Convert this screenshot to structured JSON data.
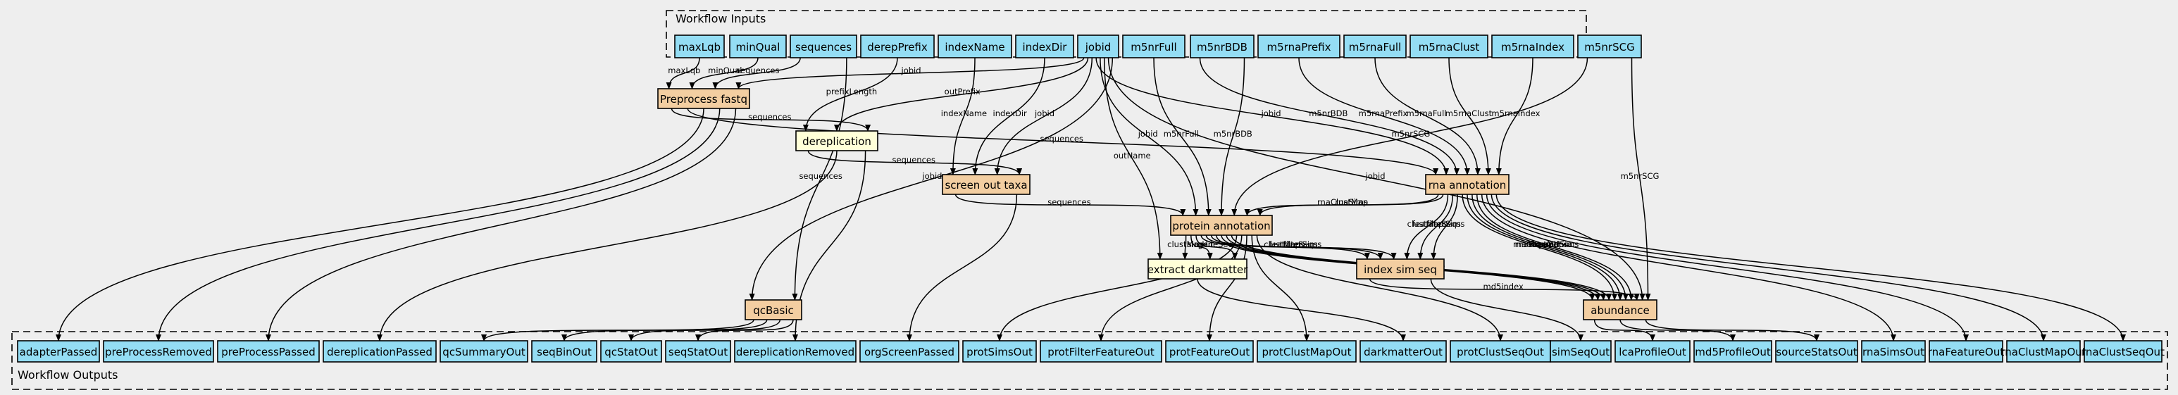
{
  "clusters": {
    "inputs_label": "Workflow Inputs",
    "outputs_label": "Workflow Outputs"
  },
  "colors": {
    "io": "#94ddf4",
    "step": "#f3cea1",
    "tool": "#ffffd8",
    "background": "#eeeeee"
  },
  "inputs": [
    {
      "id": "maxLqb",
      "label": "maxLqb"
    },
    {
      "id": "minQual",
      "label": "minQual"
    },
    {
      "id": "sequences",
      "label": "sequences"
    },
    {
      "id": "derepPrefix",
      "label": "derepPrefix"
    },
    {
      "id": "indexName",
      "label": "indexName"
    },
    {
      "id": "indexDir",
      "label": "indexDir"
    },
    {
      "id": "jobid",
      "label": "jobid"
    },
    {
      "id": "m5nrFull",
      "label": "m5nrFull"
    },
    {
      "id": "m5nrBDB",
      "label": "m5nrBDB"
    },
    {
      "id": "m5rnaPrefix",
      "label": "m5rnaPrefix"
    },
    {
      "id": "m5rnaFull",
      "label": "m5rnaFull"
    },
    {
      "id": "m5rnaClust",
      "label": "m5rnaClust"
    },
    {
      "id": "m5rnaIndex",
      "label": "m5rnaIndex"
    },
    {
      "id": "m5nrSCG",
      "label": "m5nrSCG"
    }
  ],
  "steps": [
    {
      "id": "preprocess",
      "label": "Preprocess fastq",
      "kind": "step"
    },
    {
      "id": "dereplication",
      "label": "dereplication",
      "kind": "tool"
    },
    {
      "id": "screen",
      "label": "screen out taxa",
      "kind": "step"
    },
    {
      "id": "rna",
      "label": "rna annotation",
      "kind": "step"
    },
    {
      "id": "protein",
      "label": "protein annotation",
      "kind": "step"
    },
    {
      "id": "extract",
      "label": "extract darkmatter",
      "kind": "tool"
    },
    {
      "id": "indexsim",
      "label": "index sim seq",
      "kind": "step"
    },
    {
      "id": "abundance",
      "label": "abundance",
      "kind": "step"
    },
    {
      "id": "qcbasic",
      "label": "qcBasic",
      "kind": "step"
    }
  ],
  "outputs": [
    {
      "id": "adapterPassed",
      "label": "adapterPassed"
    },
    {
      "id": "preProcessRemoved",
      "label": "preProcessRemoved"
    },
    {
      "id": "preProcessPassed",
      "label": "preProcessPassed"
    },
    {
      "id": "dereplicationPassed",
      "label": "dereplicationPassed"
    },
    {
      "id": "qcSummaryOut",
      "label": "qcSummaryOut"
    },
    {
      "id": "seqBinOut",
      "label": "seqBinOut"
    },
    {
      "id": "qcStatOut",
      "label": "qcStatOut"
    },
    {
      "id": "seqStatOut",
      "label": "seqStatOut"
    },
    {
      "id": "dereplicationRemoved",
      "label": "dereplicationRemoved"
    },
    {
      "id": "orgScreenPassed",
      "label": "orgScreenPassed"
    },
    {
      "id": "protSimsOut",
      "label": "protSimsOut"
    },
    {
      "id": "protFilterFeatureOut",
      "label": "protFilterFeatureOut"
    },
    {
      "id": "protFeatureOut",
      "label": "protFeatureOut"
    },
    {
      "id": "protClustMapOut",
      "label": "protClustMapOut"
    },
    {
      "id": "darkmatterOut",
      "label": "darkmatterOut"
    },
    {
      "id": "protClustSeqOut",
      "label": "protClustSeqOut"
    },
    {
      "id": "simSeqOut",
      "label": "simSeqOut"
    },
    {
      "id": "lcaProfileOut",
      "label": "lcaProfileOut"
    },
    {
      "id": "md5ProfileOut",
      "label": "md5ProfileOut"
    },
    {
      "id": "sourceStatsOut",
      "label": "sourceStatsOut"
    },
    {
      "id": "rnaSimsOut",
      "label": "rnaSimsOut"
    },
    {
      "id": "rnaFeatureOut",
      "label": "rnaFeatureOut"
    },
    {
      "id": "rnaClustMapOut",
      "label": "rnaClustMapOut"
    },
    {
      "id": "rnaClustSeqOut",
      "label": "rnaClustSeqOut"
    }
  ],
  "edges": [
    {
      "from": "maxLqb",
      "to": "preprocess",
      "label": "maxLqb"
    },
    {
      "from": "minQual",
      "to": "preprocess",
      "label": "minQual"
    },
    {
      "from": "sequences",
      "to": "preprocess",
      "label": "sequences"
    },
    {
      "from": "jobid",
      "to": "preprocess",
      "label": "jobid"
    },
    {
      "from": "derepPrefix",
      "to": "dereplication",
      "label": "prefixLength"
    },
    {
      "from": "jobid",
      "to": "dereplication",
      "label": "outPrefix"
    },
    {
      "from": "preprocess",
      "to": "dereplication",
      "label": "sequences"
    },
    {
      "from": "indexName",
      "to": "screen",
      "label": "indexName"
    },
    {
      "from": "indexDir",
      "to": "screen",
      "label": "indexDir"
    },
    {
      "from": "jobid",
      "to": "screen",
      "label": "jobid"
    },
    {
      "from": "dereplication",
      "to": "screen",
      "label": "sequences"
    },
    {
      "from": "preprocess",
      "to": "rna",
      "label": "sequences"
    },
    {
      "from": "jobid",
      "to": "rna",
      "label": "jobid"
    },
    {
      "from": "m5nrBDB",
      "to": "rna",
      "label": "m5nrBDB"
    },
    {
      "from": "m5rnaPrefix",
      "to": "rna",
      "label": "m5rnaPrefix"
    },
    {
      "from": "m5rnaFull",
      "to": "rna",
      "label": "m5rnaFull"
    },
    {
      "from": "m5rnaClust",
      "to": "rna",
      "label": "m5rnaClust"
    },
    {
      "from": "m5rnaIndex",
      "to": "rna",
      "label": "m5rnaIndex"
    },
    {
      "from": "screen",
      "to": "protein",
      "label": "sequences"
    },
    {
      "from": "jobid",
      "to": "protein",
      "label": "jobid"
    },
    {
      "from": "m5nrFull",
      "to": "protein",
      "label": "m5nrFull"
    },
    {
      "from": "m5nrBDB",
      "to": "protein",
      "label": "m5nrBDB"
    },
    {
      "from": "m5nrSCG",
      "to": "protein",
      "label": "m5nrSCG"
    },
    {
      "from": "rna",
      "to": "protein",
      "label": "rnaClustMap"
    },
    {
      "from": "rna",
      "to": "protein",
      "label": "rnaSims"
    },
    {
      "from": "jobid",
      "to": "extract",
      "label": "outName"
    },
    {
      "from": "protein",
      "to": "extract",
      "label": "clustMap"
    },
    {
      "from": "protein",
      "to": "extract",
      "label": "simHit"
    },
    {
      "from": "protein",
      "to": "extract",
      "label": "geneSeq"
    },
    {
      "from": "protein",
      "to": "indexsim",
      "label": "clustMaps"
    },
    {
      "from": "protein",
      "to": "indexsim",
      "label": "featureSeqs"
    },
    {
      "from": "protein",
      "to": "indexsim",
      "label": "filterSims"
    },
    {
      "from": "rna",
      "to": "indexsim",
      "label": "clustMaps"
    },
    {
      "from": "rna",
      "to": "indexsim",
      "label": "featureSeqs"
    },
    {
      "from": "rna",
      "to": "indexsim",
      "label": "filterSims"
    },
    {
      "from": "protein",
      "to": "abundance",
      "label": "protExpandLca"
    },
    {
      "from": "protein",
      "to": "abundance",
      "label": "protClustMap"
    },
    {
      "from": "protein",
      "to": "abundance",
      "label": "filterSims"
    },
    {
      "from": "protein",
      "to": "abundance",
      "label": "expandSims"
    },
    {
      "from": "rna",
      "to": "abundance",
      "label": "rnaClustMap"
    },
    {
      "from": "rna",
      "to": "abundance",
      "label": "rnaExpandLca"
    },
    {
      "from": "rna",
      "to": "abundance",
      "label": "filterSims"
    },
    {
      "from": "rna",
      "to": "abundance",
      "label": "expandSims"
    },
    {
      "from": "indexsim",
      "to": "abundance",
      "label": "md5index"
    },
    {
      "from": "jobid",
      "to": "abundance",
      "label": "jobid"
    },
    {
      "from": "m5nrSCG",
      "to": "abundance",
      "label": "m5nrSCG"
    },
    {
      "from": "jobid",
      "to": "qcbasic",
      "label": "jobid"
    },
    {
      "from": "sequences",
      "to": "qcbasic",
      "label": "sequences"
    },
    {
      "from": "preprocess",
      "to": "adapterPassed",
      "label": ""
    },
    {
      "from": "preprocess",
      "to": "preProcessRemoved",
      "label": ""
    },
    {
      "from": "preprocess",
      "to": "preProcessPassed",
      "label": ""
    },
    {
      "from": "dereplication",
      "to": "dereplicationPassed",
      "label": ""
    },
    {
      "from": "dereplication",
      "to": "dereplicationRemoved",
      "label": ""
    },
    {
      "from": "qcbasic",
      "to": "qcSummaryOut",
      "label": ""
    },
    {
      "from": "qcbasic",
      "to": "seqBinOut",
      "label": ""
    },
    {
      "from": "qcbasic",
      "to": "qcStatOut",
      "label": ""
    },
    {
      "from": "qcbasic",
      "to": "seqStatOut",
      "label": ""
    },
    {
      "from": "screen",
      "to": "orgScreenPassed",
      "label": ""
    },
    {
      "from": "protein",
      "to": "protSimsOut",
      "label": ""
    },
    {
      "from": "protein",
      "to": "protFilterFeatureOut",
      "label": ""
    },
    {
      "from": "protein",
      "to": "protFeatureOut",
      "label": ""
    },
    {
      "from": "protein",
      "to": "protClustMapOut",
      "label": ""
    },
    {
      "from": "protein",
      "to": "protClustSeqOut",
      "label": ""
    },
    {
      "from": "extract",
      "to": "darkmatterOut",
      "label": ""
    },
    {
      "from": "indexsim",
      "to": "simSeqOut",
      "label": ""
    },
    {
      "from": "abundance",
      "to": "lcaProfileOut",
      "label": ""
    },
    {
      "from": "abundance",
      "to": "md5ProfileOut",
      "label": ""
    },
    {
      "from": "abundance",
      "to": "sourceStatsOut",
      "label": ""
    },
    {
      "from": "rna",
      "to": "rnaSimsOut",
      "label": ""
    },
    {
      "from": "rna",
      "to": "rnaFeatureOut",
      "label": ""
    },
    {
      "from": "rna",
      "to": "rnaClustMapOut",
      "label": ""
    },
    {
      "from": "rna",
      "to": "rnaClustSeqOut",
      "label": ""
    }
  ]
}
